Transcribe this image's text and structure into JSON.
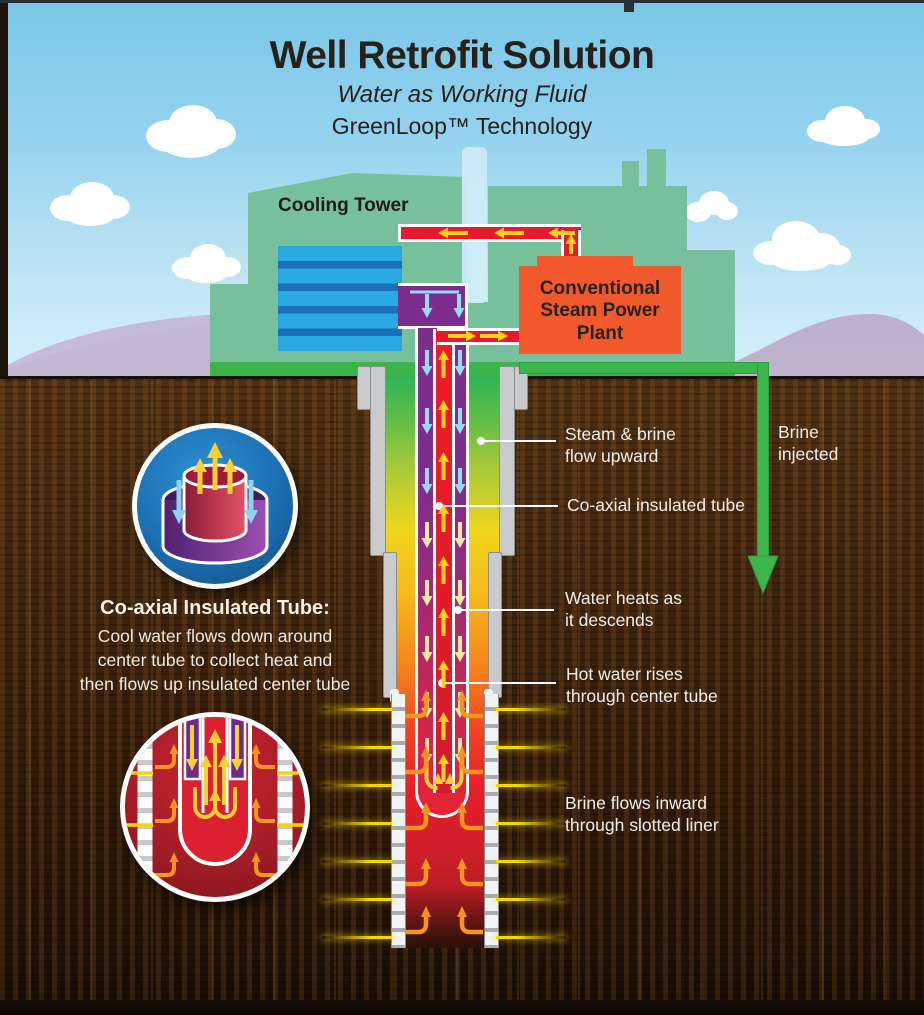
{
  "page": {
    "title": "Well Retrofit Solution",
    "subtitle": "Water as Working Fluid",
    "tech_line": "GreenLoop™ Technology"
  },
  "surface_labels": {
    "cooling_tower": "Cooling Tower",
    "power_plant": "Conventional Steam Power Plant"
  },
  "well_labels": {
    "steam_brine": "Steam & brine flow upward",
    "coaxial_tube": "Co-axial insulated tube",
    "water_heats": "Water heats as it descends",
    "hot_water": "Hot water rises through center tube",
    "brine_inward": "Brine flows inward through slotted liner",
    "brine_injected": "Brine injected"
  },
  "inset": {
    "heading": "Co-axial Insulated Tube:",
    "description": "Cool water flows down around center tube to collect heat and then flows up insulated center tube"
  },
  "icons": {
    "up_arrow": "solid upward flow arrow",
    "down_arrow": "solid downward flow arrow",
    "left_arrow": "solid leftward flow arrow",
    "right_arrow": "solid rightward flow arrow",
    "curved_inflow_arrow": "brine inflow hook arrow",
    "injection_arrow": "large green downward injection arrow",
    "leader_dot": "white label leader dot",
    "cloud": "white cloud"
  },
  "colors": {
    "sky_top": "#79C7E7",
    "sky_bottom": "#D8F0FA",
    "building_green": "#76C19B",
    "grass_green": "#3BB54A",
    "brine_pipe_green": "#3CB54A",
    "tower_blue": "#29A9E1",
    "tower_blue_dark": "#1A6FB8",
    "plant_orange": "#F1582B",
    "pipe_red": "#E8192C",
    "pipe_purple": "#7B2E8E",
    "soil_brown": "#3F250E",
    "casing_gray": "#C9CACC",
    "arrow_yellow": "#FCD116",
    "arrow_blue": "#9BD9F3",
    "arrow_cream": "#F8E8A6",
    "inflow_orange": "#F7941D",
    "inset_circle_blue": "#1B6FB3",
    "label_text": "#F2EEE6",
    "title_text": "#26211C"
  }
}
